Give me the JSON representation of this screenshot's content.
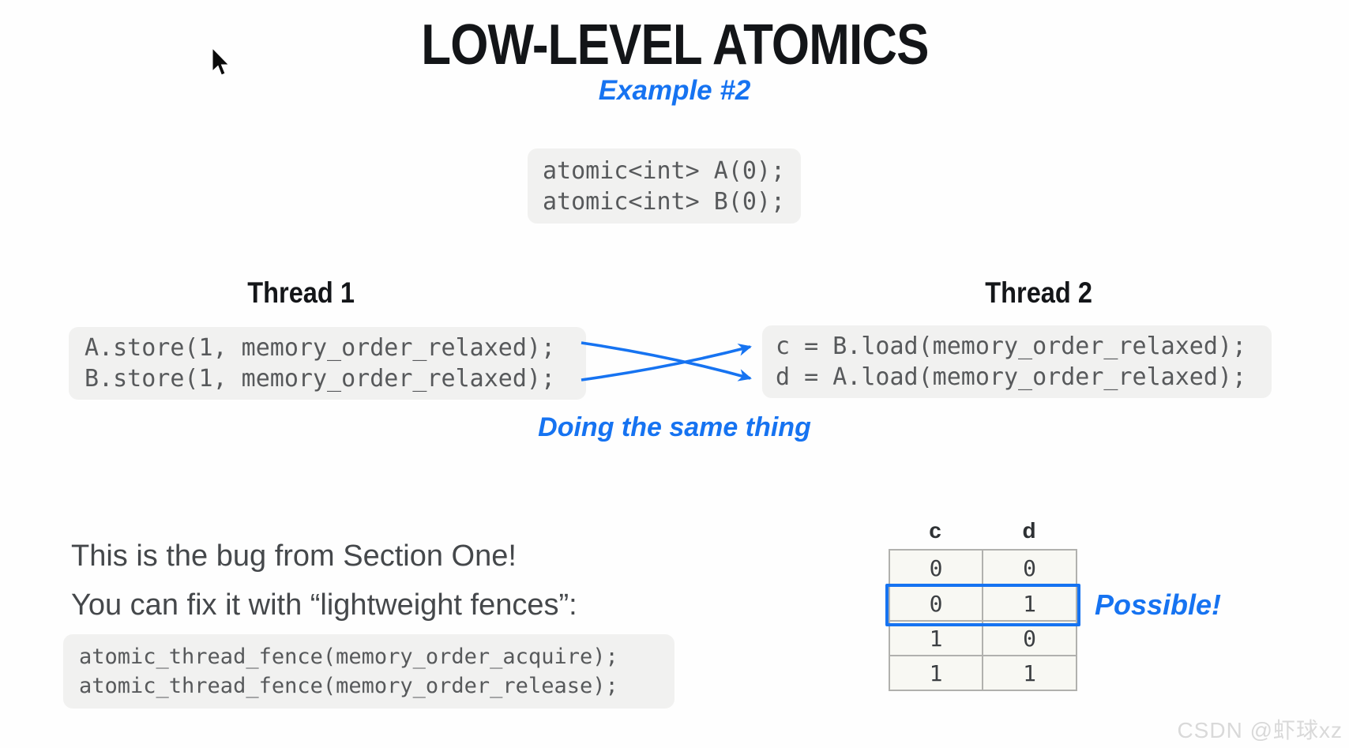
{
  "slide": {
    "title": "LOW-LEVEL ATOMICS",
    "subtitle": "Example #2"
  },
  "setup_code": {
    "lines": [
      "atomic<int> A(0);",
      "atomic<int> B(0);"
    ]
  },
  "thread1": {
    "heading": "Thread 1",
    "code_lines": [
      "A.store(1, memory_order_relaxed);",
      "B.store(1, memory_order_relaxed);"
    ]
  },
  "thread2": {
    "heading": "Thread 2",
    "code_lines": [
      "c = B.load(memory_order_relaxed);",
      "d = A.load(memory_order_relaxed);"
    ]
  },
  "arrows_caption": "Doing the same thing",
  "bottom": {
    "line1": "This is the bug from Section One!",
    "line2": "You can fix it with “lightweight fences”:",
    "fence_code_lines": [
      "atomic_thread_fence(memory_order_acquire);",
      "atomic_thread_fence(memory_order_release);"
    ]
  },
  "result_table": {
    "columns": [
      "c",
      "d"
    ],
    "rows": [
      [
        "0",
        "0"
      ],
      [
        "0",
        "1"
      ],
      [
        "1",
        "0"
      ],
      [
        "1",
        "1"
      ]
    ],
    "highlighted_row_index": 1,
    "annotation": "Possible!"
  },
  "watermark": "CSDN @虾球xz",
  "colors": {
    "accent_blue": "#1673f1",
    "code_text": "#57595b",
    "code_bg": "#f1f1f0",
    "body_text": "#45484b",
    "table_border": "#b1b1ae",
    "table_cell_bg": "#f8f8f3"
  }
}
